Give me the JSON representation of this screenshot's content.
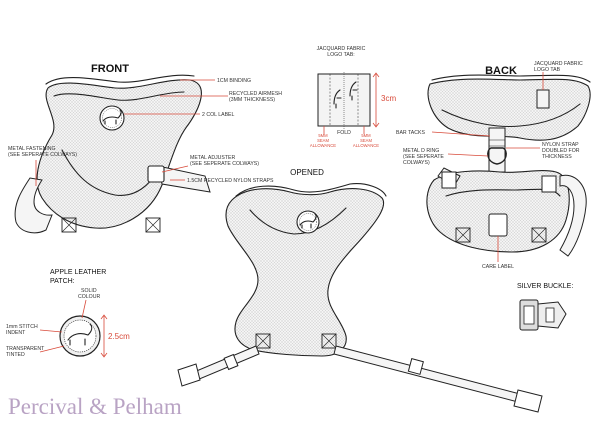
{
  "views": {
    "front": "FRONT",
    "back": "BACK",
    "opened": "OPENED"
  },
  "front_labels": {
    "binding": "1CM BINDING",
    "airmesh_line1": "RECYCLED AIRMESH",
    "airmesh_line2": "(3MM THICKNESS)",
    "col_label": "2 COL LABEL",
    "fastening_line1": "METAL FASTENING",
    "fastening_line2": "(SEE SEPERATE COLWAYS)",
    "adjuster_line1": "METAL ADJUSTER",
    "adjuster_line2": "(SEE SEPERATE COLWAYS)",
    "straps": "1.5CM RECYCLED NYLON STRAPS"
  },
  "logo_tab": {
    "title_line1": "JACQUARD FABRIC",
    "title_line2": "LOGO TAB:",
    "height": "3cm",
    "fold": "FOLD",
    "seam_left_1": "5MM",
    "seam_left_2": "SEAM",
    "seam_left_3": "ALLOWANCE",
    "seam_right_1": "5MM",
    "seam_right_2": "SEAM",
    "seam_right_3": "ALLOWANCE"
  },
  "back_labels": {
    "jacquard_line1": "JACQUARD FABRIC",
    "jacquard_line2": "LOGO TAB",
    "bar_tacks": "BAR TACKS",
    "d_ring_line1": "METAL D RING",
    "d_ring_line2": "(SEE SEPERATE",
    "d_ring_line3": "COLWAYS)",
    "nylon_line1": "NYLON STRAP",
    "nylon_line2": "DOUBLED FOR",
    "nylon_line3": "THICKNESS",
    "care_label": "CARE LABEL",
    "silver_buckle": "SILVER BUCKLE:"
  },
  "patch": {
    "title_line1": "APPLE LEATHER",
    "title_line2": "PATCH:",
    "solid_line1": "SOLID",
    "solid_line2": "COLOUR",
    "stitch_line1": "1mm STITCH",
    "stitch_line2": "INDENT",
    "transparent_line1": "TRANSPARENT",
    "transparent_line2": "TINTED",
    "diameter": "2.5cm"
  },
  "brand": "Percival & Pelham",
  "colors": {
    "accent": "#d84a3a",
    "brand": "#b9a3c4",
    "ink": "#222222"
  }
}
